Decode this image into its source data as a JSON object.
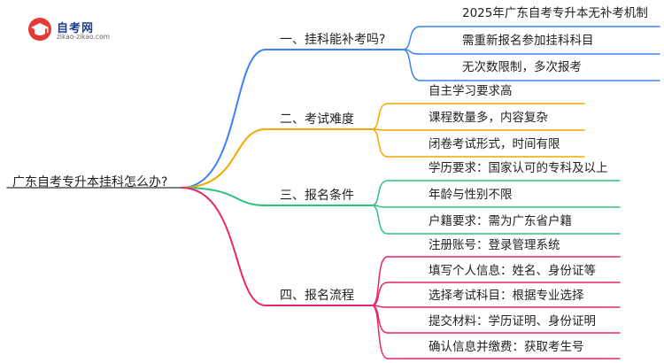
{
  "logo": {
    "name": "自考网",
    "url": "zikao-zikao.com",
    "icon": "graduation-cap-icon"
  },
  "root": "广东自考专升本挂科怎么办?",
  "colors": {
    "blue": "#3b82f6",
    "orange": "#f2a900",
    "green": "#2ec27e",
    "pink": "#e8266f"
  },
  "branches": [
    {
      "label": "一、挂科能补考吗?",
      "color": "blue",
      "items": [
        "2025年广东自考专升本无补考机制",
        "需重新报名参加挂科科目",
        "无次数限制，多次报考"
      ]
    },
    {
      "label": "二、考试难度",
      "color": "orange",
      "items": [
        "自主学习要求高",
        "课程数量多，内容复杂",
        "闭卷考试形式，时间有限"
      ]
    },
    {
      "label": "三、报名条件",
      "color": "green",
      "items": [
        "学历要求：国家认可的专科及以上",
        "年龄与性别不限",
        "户籍要求：需为广东省户籍"
      ]
    },
    {
      "label": "四、报名流程",
      "color": "pink",
      "items": [
        "注册账号：登录管理系统",
        "填写个人信息：姓名、身份证等",
        "选择考试科目：根据专业选择",
        "提交材料：学历证明、身份证明",
        "确认信息并缴费：获取考生号"
      ]
    }
  ]
}
